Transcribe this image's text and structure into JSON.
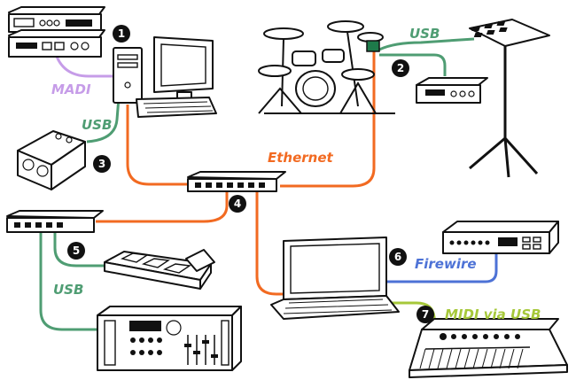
{
  "colors": {
    "ethernet": "#f26a21",
    "usb": "#4f9d73",
    "madi": "#c69ce8",
    "firewire": "#4d72d6",
    "midi": "#a6c83a",
    "badge": "#111111"
  },
  "labels": {
    "madi": "MADI",
    "usb_left": "USB",
    "usb_top": "USB",
    "usb_bottom": "USB",
    "ethernet": "Ethernet",
    "firewire": "Firewire",
    "midi_usb": "MIDI via USB"
  },
  "badges": [
    "1",
    "2",
    "3",
    "4",
    "5",
    "6",
    "7"
  ],
  "icons": {
    "rack": "rack-audio-interface-icon",
    "desktop": "desktop-computer-icon",
    "drums": "electronic-drum-kit-icon",
    "drum_module": "drum-module-icon",
    "pad": "drum-pad-controller-icon",
    "usb_interface": "usb-audio-interface-icon",
    "switch": "ethernet-switch-icon",
    "router": "network-hub-icon",
    "pedal": "foot-controller-icon",
    "mixer": "rack-mixer-icon",
    "laptop": "laptop-icon",
    "firewire_device": "firewire-interface-icon",
    "keyboard": "midi-keyboard-icon"
  }
}
